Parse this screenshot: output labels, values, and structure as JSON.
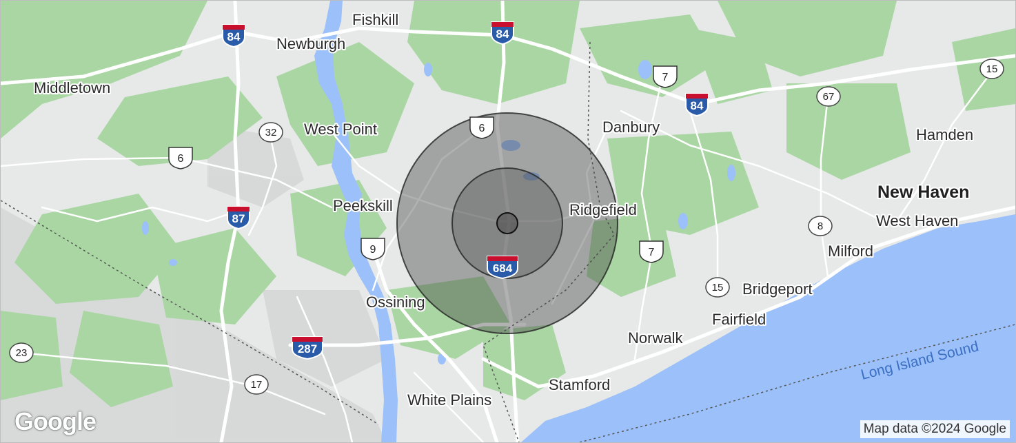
{
  "map": {
    "brand": "Google",
    "attribution": "Map data ©2024 Google",
    "water_label": "Long Island Sound",
    "cities": [
      {
        "name": "Fishkill",
        "size": "normal"
      },
      {
        "name": "Newburgh",
        "size": "normal"
      },
      {
        "name": "Middletown",
        "size": "normal"
      },
      {
        "name": "West Point",
        "size": "normal"
      },
      {
        "name": "Danbury",
        "size": "normal"
      },
      {
        "name": "Hamden",
        "size": "normal"
      },
      {
        "name": "New Haven",
        "size": "large"
      },
      {
        "name": "West Haven",
        "size": "normal"
      },
      {
        "name": "Peekskill",
        "size": "normal"
      },
      {
        "name": "Ridgefield",
        "size": "normal"
      },
      {
        "name": "Milford",
        "size": "normal"
      },
      {
        "name": "Bridgeport",
        "size": "normal"
      },
      {
        "name": "Ossining",
        "size": "normal"
      },
      {
        "name": "Fairfield",
        "size": "normal"
      },
      {
        "name": "Norwalk",
        "size": "normal"
      },
      {
        "name": "Stamford",
        "size": "normal"
      },
      {
        "name": "White Plains",
        "size": "normal"
      }
    ],
    "shields": [
      {
        "type": "interstate",
        "number": "84"
      },
      {
        "type": "interstate",
        "number": "84"
      },
      {
        "type": "interstate",
        "number": "84"
      },
      {
        "type": "interstate",
        "number": "87"
      },
      {
        "type": "interstate",
        "number": "287"
      },
      {
        "type": "interstate",
        "number": "684"
      },
      {
        "type": "us",
        "number": "6"
      },
      {
        "type": "us",
        "number": "6"
      },
      {
        "type": "us",
        "number": "7"
      },
      {
        "type": "us",
        "number": "7"
      },
      {
        "type": "us",
        "number": "9"
      },
      {
        "type": "state",
        "number": "32"
      },
      {
        "type": "state",
        "number": "15"
      },
      {
        "type": "state",
        "number": "15"
      },
      {
        "type": "state",
        "number": "67"
      },
      {
        "type": "state",
        "number": "8"
      },
      {
        "type": "state",
        "number": "23"
      },
      {
        "type": "state",
        "number": "17"
      }
    ],
    "colors": {
      "land": "#e8ebea",
      "forest": "#a8d5a2",
      "water": "#9cc0f9",
      "road": "#ffffff",
      "interstate_red": "#c8102e",
      "interstate_blue": "#2a5ba8",
      "radius_overlay": "#444444"
    }
  }
}
